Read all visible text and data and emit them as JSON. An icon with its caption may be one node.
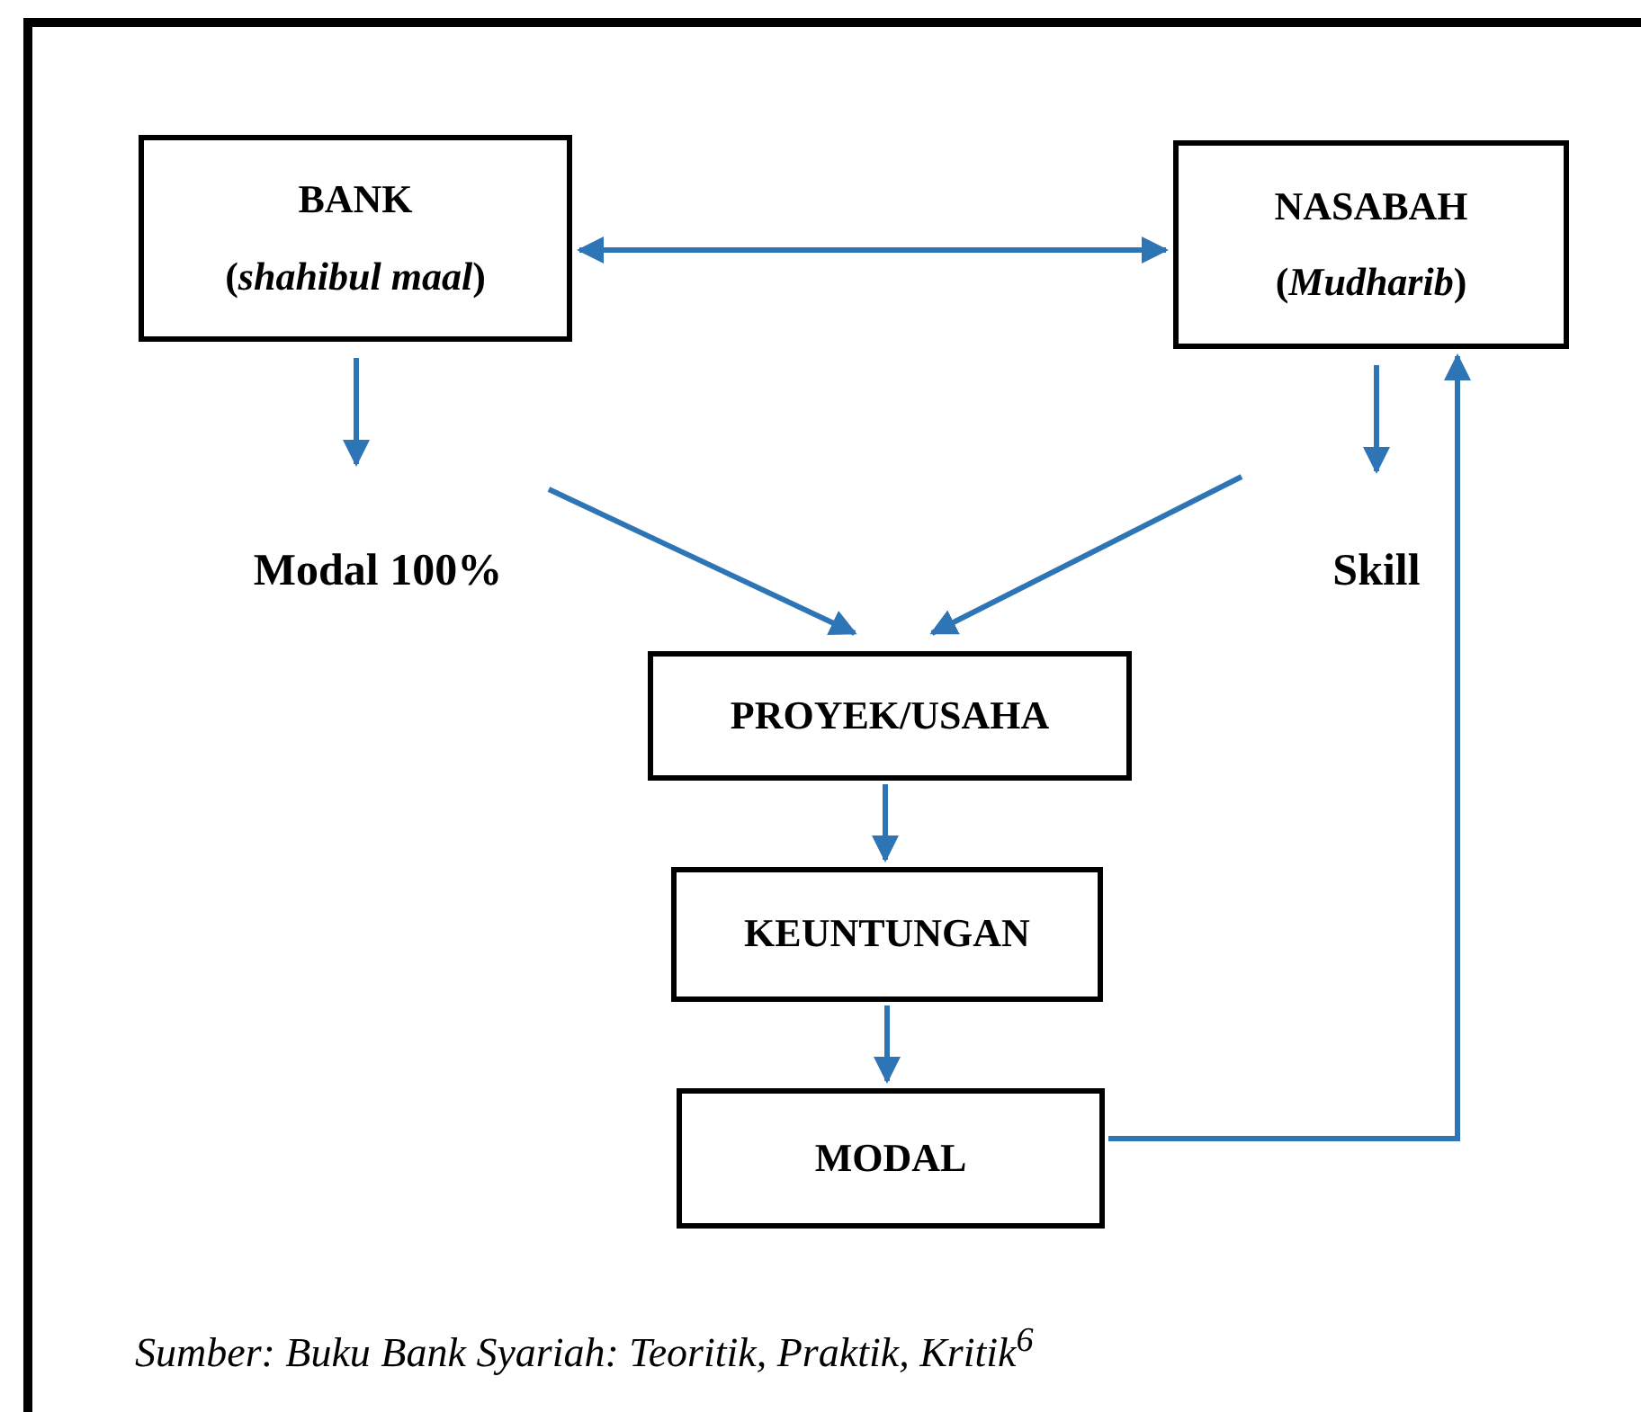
{
  "diagram": {
    "caption": "Sumber: Buku Bank Syariah: Teoritik, Praktik, Kritik$^{6}$",
    "nodes": [
      {
        "text": [
          "BANK",
          "(*shahibul maal*)"
        ]
      },
      {
        "text": [
          "NASABAH",
          "(*Mudharib*)"
        ]
      },
      {
        "text": [
          "Modal 100%"
        ]
      },
      {
        "text": [
          "Skill"
        ]
      },
      {
        "text": [
          "PROYEK/USAHA"
        ]
      },
      {
        "text": [
          "KEUNTUNGAN"
        ]
      },
      {
        "text": [
          "MODAL"
        ]
      }
    ],
    "edges": [
      {
        "from": 0,
        "to": 1,
        "arrow": "both"
      },
      {
        "from": 0,
        "to": 2,
        "arrow": "to"
      },
      {
        "from": 1,
        "to": 3,
        "arrow": "to"
      },
      {
        "from": 2,
        "to": 4,
        "arrow": "to"
      },
      {
        "from": 3,
        "to": 4,
        "arrow": "to"
      },
      {
        "from": 4,
        "to": 5,
        "arrow": "to"
      },
      {
        "from": 5,
        "to": 6,
        "arrow": "to"
      },
      {
        "from": 6,
        "to": 1,
        "arrow": "to"
      }
    ]
  }
}
